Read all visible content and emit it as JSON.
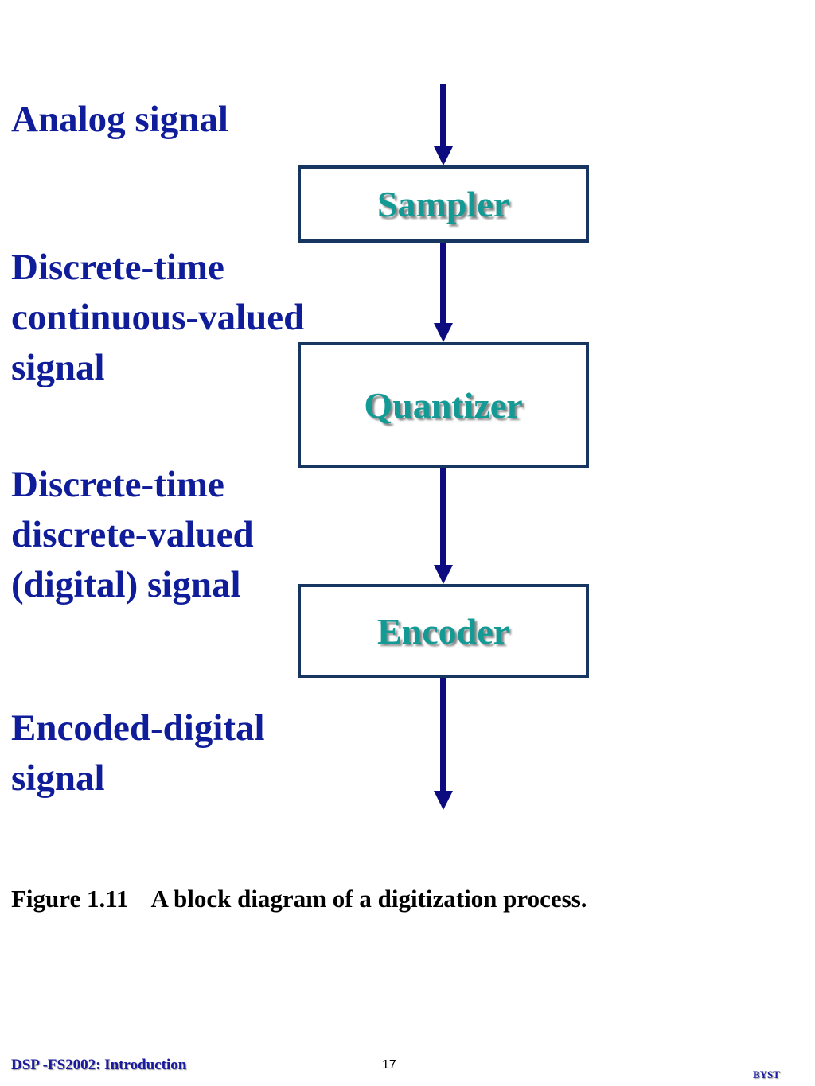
{
  "signals": {
    "analog": [
      "Analog signal"
    ],
    "dtcv": [
      "Discrete-time",
      "continuous-valued",
      "signal"
    ],
    "dtdv": [
      "Discrete-time",
      "discrete-valued",
      "(digital) signal"
    ],
    "encoded": [
      "Encoded-digital",
      "signal"
    ]
  },
  "blocks": {
    "sampler": "Sampler",
    "quantizer": "Quantizer",
    "encoder": "Encoder"
  },
  "caption": {
    "number": "Figure 1.11",
    "text": "A block diagram of a digitization process."
  },
  "footer": {
    "course": "DSP -FS2002: Introduction",
    "page": "17",
    "author": "BYST"
  },
  "colors": {
    "label_text": "#0f1d9a",
    "block_text": "#149a95",
    "block_border": "#16355f",
    "arrow": "#0c0c80"
  }
}
